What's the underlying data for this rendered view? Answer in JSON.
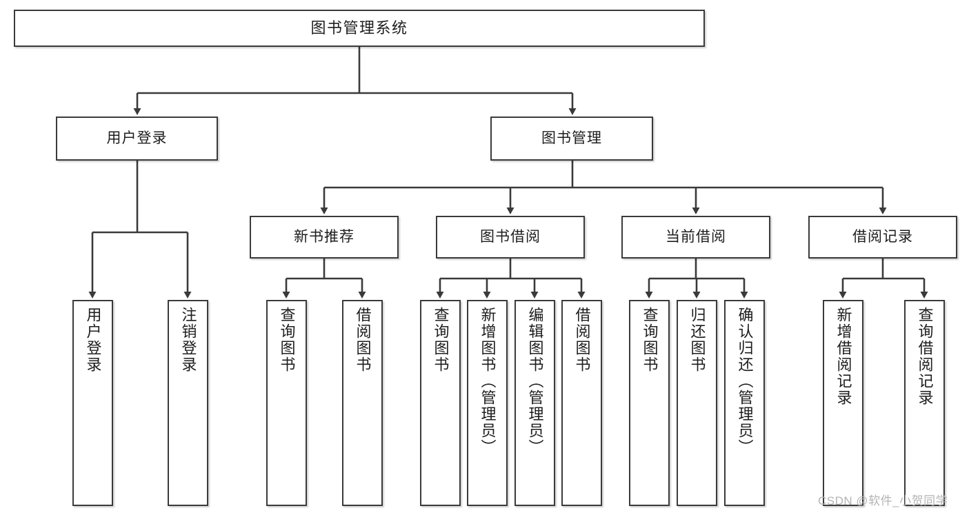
{
  "diagram": {
    "title_box": {
      "label": "图书管理系统"
    },
    "level1": [
      {
        "id": "user-login",
        "label": "用户登录"
      },
      {
        "id": "book-management",
        "label": "图书管理"
      }
    ],
    "level2": [
      {
        "id": "new-book-recommend",
        "label": "新书推荐"
      },
      {
        "id": "book-borrow",
        "label": "图书借阅"
      },
      {
        "id": "current-borrow",
        "label": "当前借阅"
      },
      {
        "id": "borrow-record",
        "label": "借阅记录"
      }
    ],
    "leaves": [
      {
        "id": "leaf-user-login",
        "label": "用户登录"
      },
      {
        "id": "leaf-logout-login",
        "label": "注销登录"
      },
      {
        "id": "leaf-query-book-1",
        "label": "查询图书"
      },
      {
        "id": "leaf-borrow-book-1",
        "label": "借阅图书"
      },
      {
        "id": "leaf-query-book-2",
        "label": "查询图书"
      },
      {
        "id": "leaf-add-book-admin",
        "label": "新增图书（管理员）"
      },
      {
        "id": "leaf-edit-book-admin",
        "label": "编辑图书（管理员）"
      },
      {
        "id": "leaf-borrow-book-2",
        "label": "借阅图书"
      },
      {
        "id": "leaf-query-book-3",
        "label": "查询图书"
      },
      {
        "id": "leaf-return-book",
        "label": "归还图书"
      },
      {
        "id": "leaf-confirm-return-admin",
        "label": "确认归还（管理员）"
      },
      {
        "id": "leaf-add-borrow-record",
        "label": "新增借阅记录"
      },
      {
        "id": "leaf-query-borrow-record",
        "label": "查询借阅记录"
      }
    ]
  },
  "watermark": {
    "text": "CSDN @软件_小贺同学"
  },
  "colors": {
    "box_border": "#3a3a3a",
    "box_fill": "#ffffff",
    "connector": "#3a3a3a",
    "text": "#1d1d1d",
    "watermark": "#b4b4b4"
  }
}
